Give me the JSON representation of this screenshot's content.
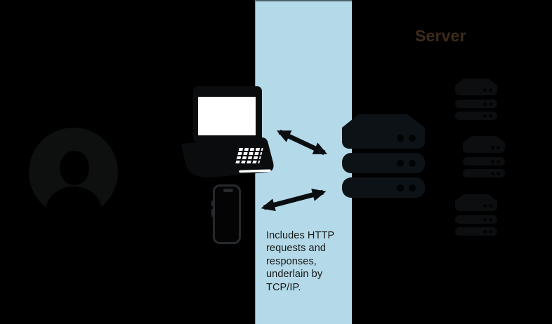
{
  "diagram": {
    "background_color": "#000000",
    "client": {
      "user_icon": "user-avatar-icon",
      "laptop_icon": "laptop-icon",
      "phone_icon": "smartphone-icon"
    },
    "transport_band": {
      "fill_color": "#b4dae9",
      "note": "Includes HTTP\nrequests and\nresponses,\nunderlain by\nTCP/IP."
    },
    "server_group": {
      "label": "Server",
      "label_color": "#3e2a19",
      "main_rack_unit_count": 3,
      "small_rack_count": 3,
      "small_rack_unit_count": 3
    },
    "connections": [
      {
        "from": "laptop",
        "to": "main-server-rack",
        "bidirectional": true
      },
      {
        "from": "smartphone",
        "to": "main-server-rack",
        "bidirectional": true
      }
    ],
    "colors": {
      "arrow": "#0a0d10",
      "device_body": "#0a0c0d",
      "server_body": "#0d1216",
      "laptop_screen": "#ffffff",
      "phone_outline": "#26292d",
      "person_fill": "#0e0f0f"
    }
  }
}
